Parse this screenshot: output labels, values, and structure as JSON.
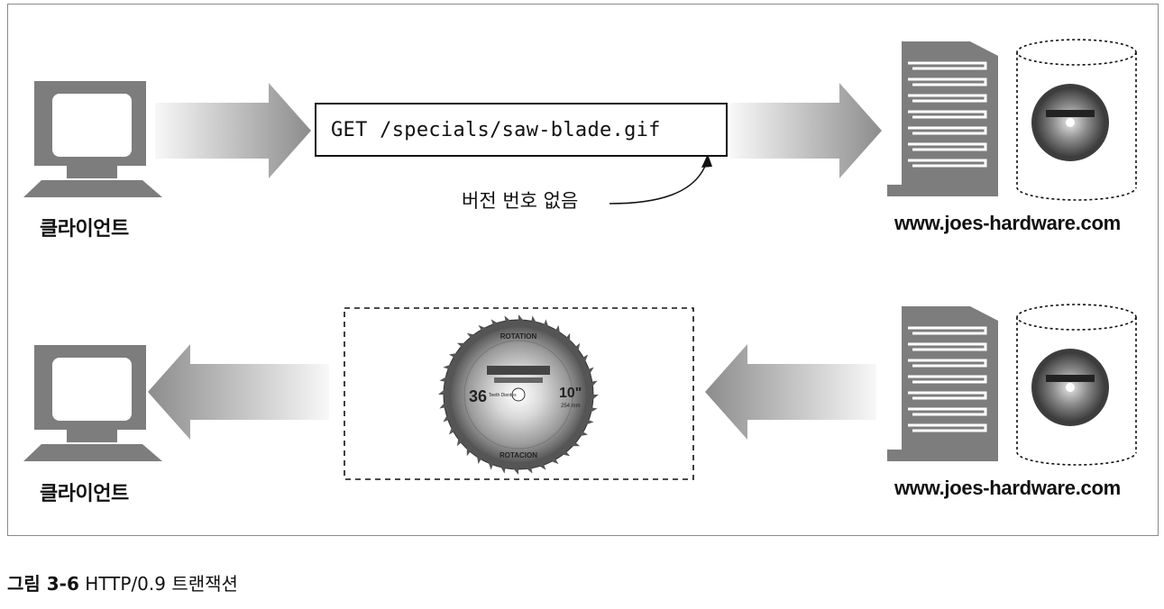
{
  "request": {
    "client_label": "클라이언트",
    "request_line": "GET /specials/saw-blade.gif",
    "note": "버전 번호 없음",
    "server_label": "www.joes-hardware.com"
  },
  "response": {
    "client_label": "클라이언트",
    "server_label": "www.joes-hardware.com",
    "blade": {
      "top_text": "ROTATION",
      "bottom_text": "ROTACION",
      "teeth_number": "36",
      "teeth_sub": "Teeth Dientes",
      "size_main": "10\"",
      "size_sub": "254 mm"
    }
  },
  "caption": {
    "figure_number": "그림 3-6",
    "title": "HTTP/0.9 트랜잭션"
  },
  "colors": {
    "device_gray": "#7d7d7d",
    "arrow_dark": "#8c8c8c",
    "arrow_light": "#f6f6f6",
    "frame_border": "#8a8a8a"
  }
}
